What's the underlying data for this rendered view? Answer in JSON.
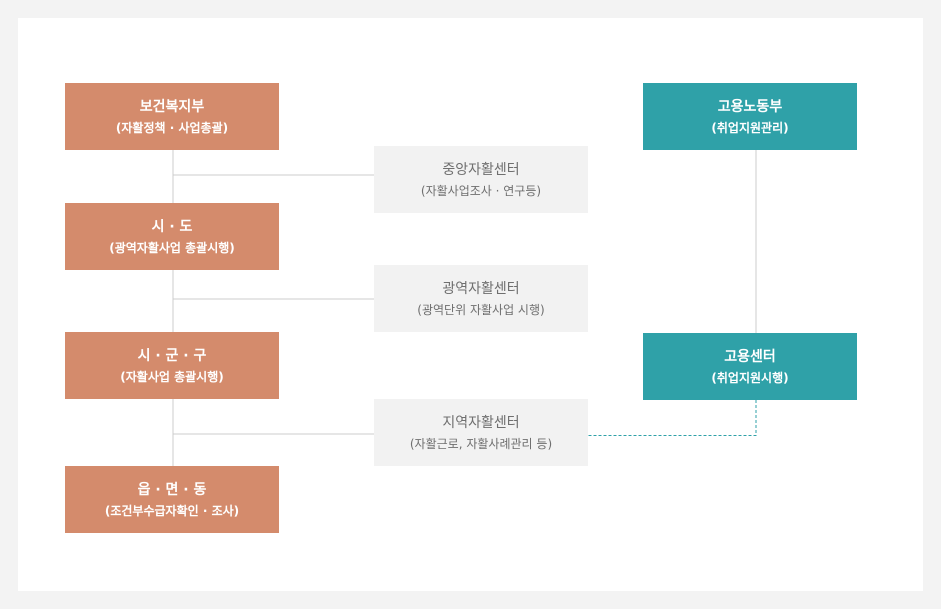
{
  "ministry_health": {
    "title": "보건복지부",
    "sub": "(자활정책 · 사업총괄)"
  },
  "province": {
    "title": "시 · 도",
    "sub": "(광역자활사업 총괄시행)"
  },
  "city": {
    "title": "시 · 군 · 구",
    "sub": "(자활사업 총괄시행)"
  },
  "town": {
    "title": "읍 · 면 · 동",
    "sub": "(조건부수급자확인 · 조사)"
  },
  "central_center": {
    "title": "중앙자활센터",
    "sub": "(자활사업조사 · 연구등)"
  },
  "regional_center": {
    "title": "광역자활센터",
    "sub": "(광역단위 자활사업 시행)"
  },
  "local_center": {
    "title": "지역자활센터",
    "sub": "(자활근로, 자활사례관리 등)"
  },
  "ministry_labor": {
    "title": "고용노동부",
    "sub": "(취업지원관리)"
  },
  "employment_center": {
    "title": "고용센터",
    "sub": "(취업지원시행)"
  },
  "colors": {
    "orange": "#d48b6c",
    "teal": "#2fa1a8",
    "gray_box": "#f2f2f2",
    "line": "#cccccc",
    "dashed": "#2fa1a8"
  }
}
